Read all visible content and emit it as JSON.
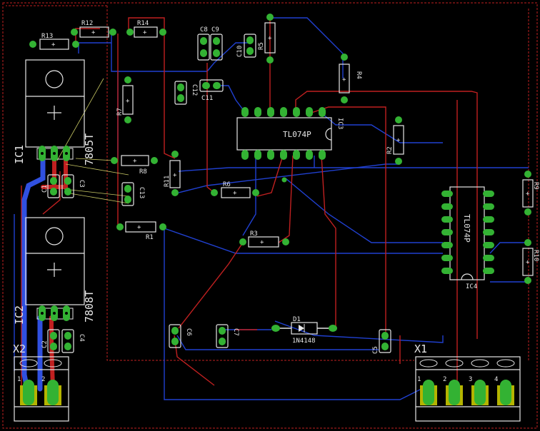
{
  "colors": {
    "background": "#000000",
    "top_trace": "#c02020",
    "bottom_trace": "#2040d0",
    "pad": "#33b233",
    "outline": "#e6e6e6",
    "airwire": "#c8c864",
    "board_edge": "#c02020"
  },
  "components": {
    "ic1": {
      "name": "IC1",
      "value": "7805T"
    },
    "ic2": {
      "name": "IC2",
      "value": "7808T"
    },
    "ic3": {
      "name": "IC3",
      "value": "TL074P"
    },
    "ic4": {
      "name": "IC4",
      "value": "TL074P"
    },
    "d1": {
      "name": "D1",
      "value": "1N4148"
    },
    "x1": {
      "name": "X1",
      "pins": [
        "1",
        "2",
        "3",
        "4"
      ]
    },
    "x2": {
      "name": "X2",
      "pins": [
        "1",
        "2"
      ]
    },
    "resistors": {
      "r1": "R1",
      "r2": "R2",
      "r3": "R3",
      "r4": "R4",
      "r5": "R5",
      "r6": "R6",
      "r7": "R7",
      "r8": "R8",
      "r9": "R9",
      "r10": "R10",
      "r11": "R11",
      "r12": "R12",
      "r13": "R13",
      "r14": "R14"
    },
    "capacitors": {
      "c1": "C1",
      "c2": "C2",
      "c3": "C3",
      "c4": "C4",
      "c5": "C5",
      "c6": "C6",
      "c7": "C7",
      "c8": "C8",
      "c9": "C9",
      "c10": "C10",
      "c11": "C11",
      "c12": "C12",
      "c13": "C13"
    }
  }
}
